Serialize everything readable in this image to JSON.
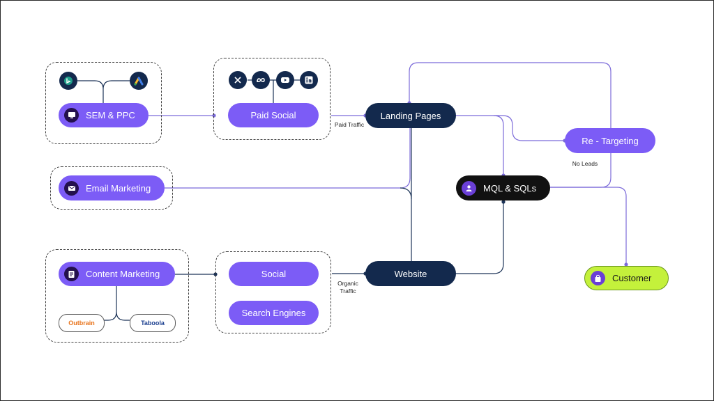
{
  "nodes": {
    "sem_ppc": "SEM & PPC",
    "paid_social": "Paid Social",
    "landing_pages": "Landing Pages",
    "re_targeting": "Re - Targeting",
    "email_marketing": "Email Marketing",
    "mql_sqls": "MQL & SQLs",
    "content_marketing": "Content Marketing",
    "social": "Social",
    "search_engines": "Search Engines",
    "website": "Website",
    "customer": "Customer"
  },
  "logos": {
    "outbrain": "Outbrain",
    "taboola": "Taboola"
  },
  "labels": {
    "paid_traffic": "Paid Traffic",
    "organic_traffic": "Organic Traffic",
    "no_leads": "No Leads"
  },
  "icons": {
    "bing": "bing-icon",
    "google_ads": "google-ads-icon",
    "x": "x-icon",
    "meta": "meta-icon",
    "youtube": "youtube-icon",
    "linkedin": "linkedin-icon",
    "sem": "monitor-icon",
    "email": "envelope-icon",
    "content": "document-icon",
    "mql": "person-icon",
    "customer": "shopping-bag-icon"
  },
  "colors": {
    "purple": "#7c5cf6",
    "navy": "#13294d",
    "lime": "#c4f13b",
    "line_purple": "#7b6ad9",
    "line_navy": "#1c3357"
  }
}
